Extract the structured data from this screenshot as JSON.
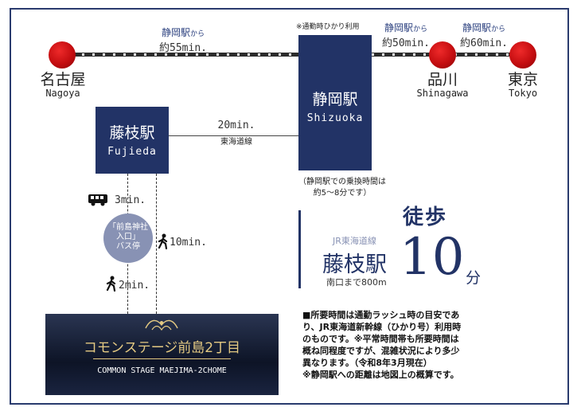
{
  "cities": {
    "nagoya": {
      "ja": "名古屋",
      "en": "Nagoya"
    },
    "shinagawa": {
      "ja": "品川",
      "en": "Shinagawa"
    },
    "tokyo": {
      "ja": "東京",
      "en": "Tokyo"
    }
  },
  "segments": {
    "nagoya_shizuoka": {
      "from": "静岡駅",
      "from_suffix": "から",
      "duration": "約55min."
    },
    "shizuoka_shinagawa": {
      "from": "静岡駅",
      "from_suffix": "から",
      "duration": "約50min."
    },
    "shinagawa_tokyo": {
      "from": "静岡駅",
      "from_suffix": "から",
      "duration": "約60min."
    },
    "fujieda_shizuoka": {
      "duration": "20min.",
      "line": "東海道線"
    }
  },
  "shizuoka": {
    "ja": "静岡駅",
    "en": "Shizuoka",
    "note_top": "※通勤時ひかり利用",
    "transfer_note_1": "（静岡駅での乗換時間は",
    "transfer_note_2": "約5～8分です）"
  },
  "fujieda": {
    "ja": "藤枝駅",
    "en": "Fujieda"
  },
  "bus": {
    "duration": "3min.",
    "stop_line1": "「前島神社",
    "stop_line2": "入口」",
    "stop_line3": "バス停"
  },
  "walk_short": {
    "duration": "2min."
  },
  "walk_long": {
    "duration": "10min."
  },
  "walking_panel": {
    "walk_label": "徒歩",
    "line": "JR東海道線",
    "station": "藤枝駅",
    "exit": "南口まで800m",
    "minutes": "10",
    "unit": "分"
  },
  "destination": {
    "ja": "コモンステージ前島2丁目",
    "en": "COMMON STAGE MAEJIMA-2CHOME"
  },
  "notes": [
    "■所要時間は通勤ラッシュ時の目安であ",
    "り、JR東海道新幹線（ひかり号）利用時",
    "のものです。※平常時間帯も所要時間は",
    "概ね同程度ですが、混雑状況により多少",
    "異なります。（令和8年3月現在）",
    "※静岡駅への距離は地図上の概算です。"
  ],
  "colors": {
    "navy": "#223366",
    "red": "#c40d10",
    "gold": "#e4c982",
    "accent": "#2a3f7e"
  }
}
